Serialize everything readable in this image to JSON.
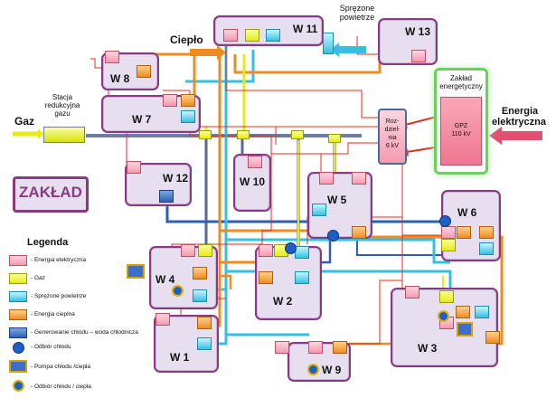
{
  "title": "ZAKŁAD",
  "inputs": {
    "heat": "Ciepło",
    "gas": "Gaz",
    "compressed_air_line1": "Sprężone",
    "compressed_air_line2": "powietrze",
    "electricity_line1": "Energia",
    "electricity_line2": "elektryczna"
  },
  "station": {
    "line1": "Stacja",
    "line2": "redukcyjna",
    "line3": "gazu"
  },
  "utility": {
    "line1": "Zakład",
    "line2": "energetyczny",
    "gpz_line1": "GPZ",
    "gpz_line2": "110 kV"
  },
  "switchgear": {
    "line1": "Roz-",
    "line2": "dziel-",
    "line3": "nia",
    "line4": "6 kV"
  },
  "workshops": [
    "W 1",
    "W 2",
    "W 3",
    "W 4",
    "W 5",
    "W 6",
    "W 7",
    "W 8",
    "W 9",
    "W 10",
    "W 11",
    "W 12",
    "W 13"
  ],
  "legend": {
    "title": "Legenda",
    "items": [
      "- Energia elektryczna",
      "- Gaz",
      "- Sprężone powietrze",
      "- Energia cieplna",
      "- Generowanie chłodu – woda  chłodnicza",
      "- Odbiór chłodu",
      "- Pompa chłodu /ciepła",
      "- Odbiór chłodu / ciepła"
    ]
  },
  "colors": {
    "electric": "#f4a0b4",
    "gas": "#e6ec10",
    "air": "#35c0e0",
    "heat": "#ee8c24",
    "cold": "#2e5fb5",
    "workshop_border": "#8a3a82",
    "workshop_fill": "#e7dff0",
    "red_line": "#e03020",
    "pipe_dark": "#3a5a8a"
  }
}
